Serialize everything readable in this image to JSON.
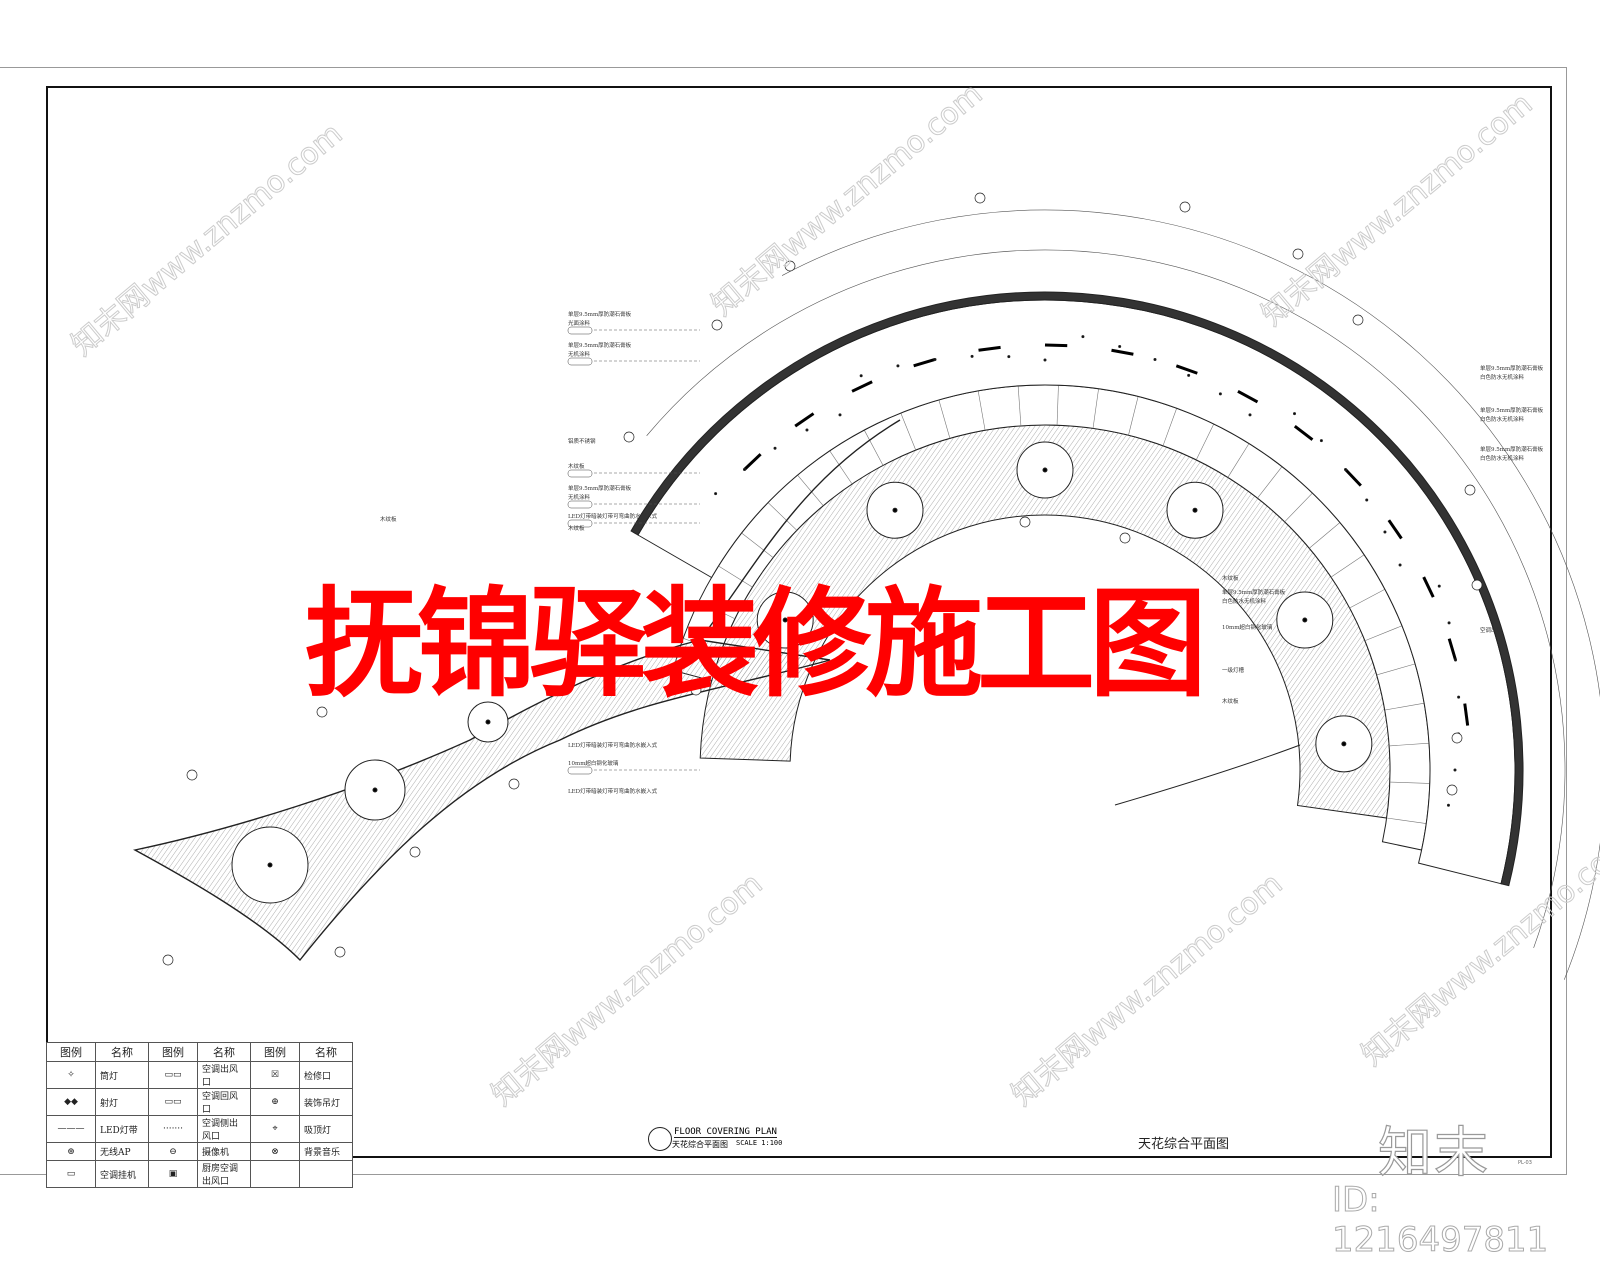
{
  "drawing": {
    "title_overlay": "抚锦驿装修施工图",
    "plan_title_en": "FLOOR COVERING PLAN",
    "plan_title_cn": "天花综合平面图",
    "plan_scale": "SCALE 1:100",
    "drawing_name": "天花综合平面图",
    "sheet_no": "PL-03",
    "colors": {
      "title_overlay": "#ff0000",
      "lines": "#222222",
      "hatch": "#9a9a9a",
      "watermark": "#cccccc"
    }
  },
  "legend": {
    "headers": [
      "图例",
      "名称",
      "图例",
      "名称",
      "图例",
      "名称"
    ],
    "rows": [
      [
        {
          "icon": "downlight-icon",
          "name": "筒灯"
        },
        {
          "icon": "supply-vent-icon",
          "name": "空调出风口"
        },
        {
          "icon": "access-panel-icon",
          "name": "检修口"
        }
      ],
      [
        {
          "icon": "spotlight-icon",
          "name": "射灯"
        },
        {
          "icon": "return-vent-icon",
          "name": "空调回风口"
        },
        {
          "icon": "pendant-light-icon",
          "name": "装饰吊灯"
        }
      ],
      [
        {
          "icon": "led-strip-icon",
          "name": "LED灯带"
        },
        {
          "icon": "side-vent-icon",
          "name": "空调侧出风口"
        },
        {
          "icon": "ceiling-light-icon",
          "name": "吸顶灯"
        }
      ],
      [
        {
          "icon": "wireless-ap-icon",
          "name": "无线AP"
        },
        {
          "icon": "camera-icon",
          "name": "摄像机"
        },
        {
          "icon": "speaker-icon",
          "name": "背景音乐"
        }
      ],
      [
        {
          "icon": "ac-unit-icon",
          "name": "空调挂机"
        },
        {
          "icon": "kitchen-vent-icon",
          "name": "厨房空调出风口"
        },
        {
          "icon": "",
          "name": ""
        }
      ]
    ]
  },
  "notes": {
    "left": [
      "单层9.5mm厚防潮石膏板",
      "光面涂料",
      "单层9.5mm厚防潮石膏板",
      "无机涂料",
      "铝质不锈钢",
      "木纹板",
      "单层9.5mm厚防潮石膏板",
      "无机涂料",
      "木纹板",
      "LED灯带暗装灯带可弯曲防水嵌入式",
      "LED灯带暗装灯带可弯曲防水嵌入式",
      "10mm超白钢化玻璃",
      "LED灯带暗装灯带可弯曲防水嵌入式",
      "木纹板"
    ],
    "right": [
      "单层9.5mm厚防潮石膏板",
      "白色防水无机涂料",
      "单层9.5mm厚防潮石膏板",
      "白色防水无机涂料",
      "单层9.5mm厚防潮石膏板",
      "白色防水无机涂料",
      "空调出风",
      "木纹板",
      "单层9.5mm厚防潮石膏板",
      "白色防水无机涂料",
      "10mm超白钢化玻璃",
      "一级灯槽",
      "木纹板"
    ]
  },
  "watermark": {
    "text": "知末网www.znzmo.com",
    "logo": "知末",
    "id": "ID: 1216497811"
  }
}
